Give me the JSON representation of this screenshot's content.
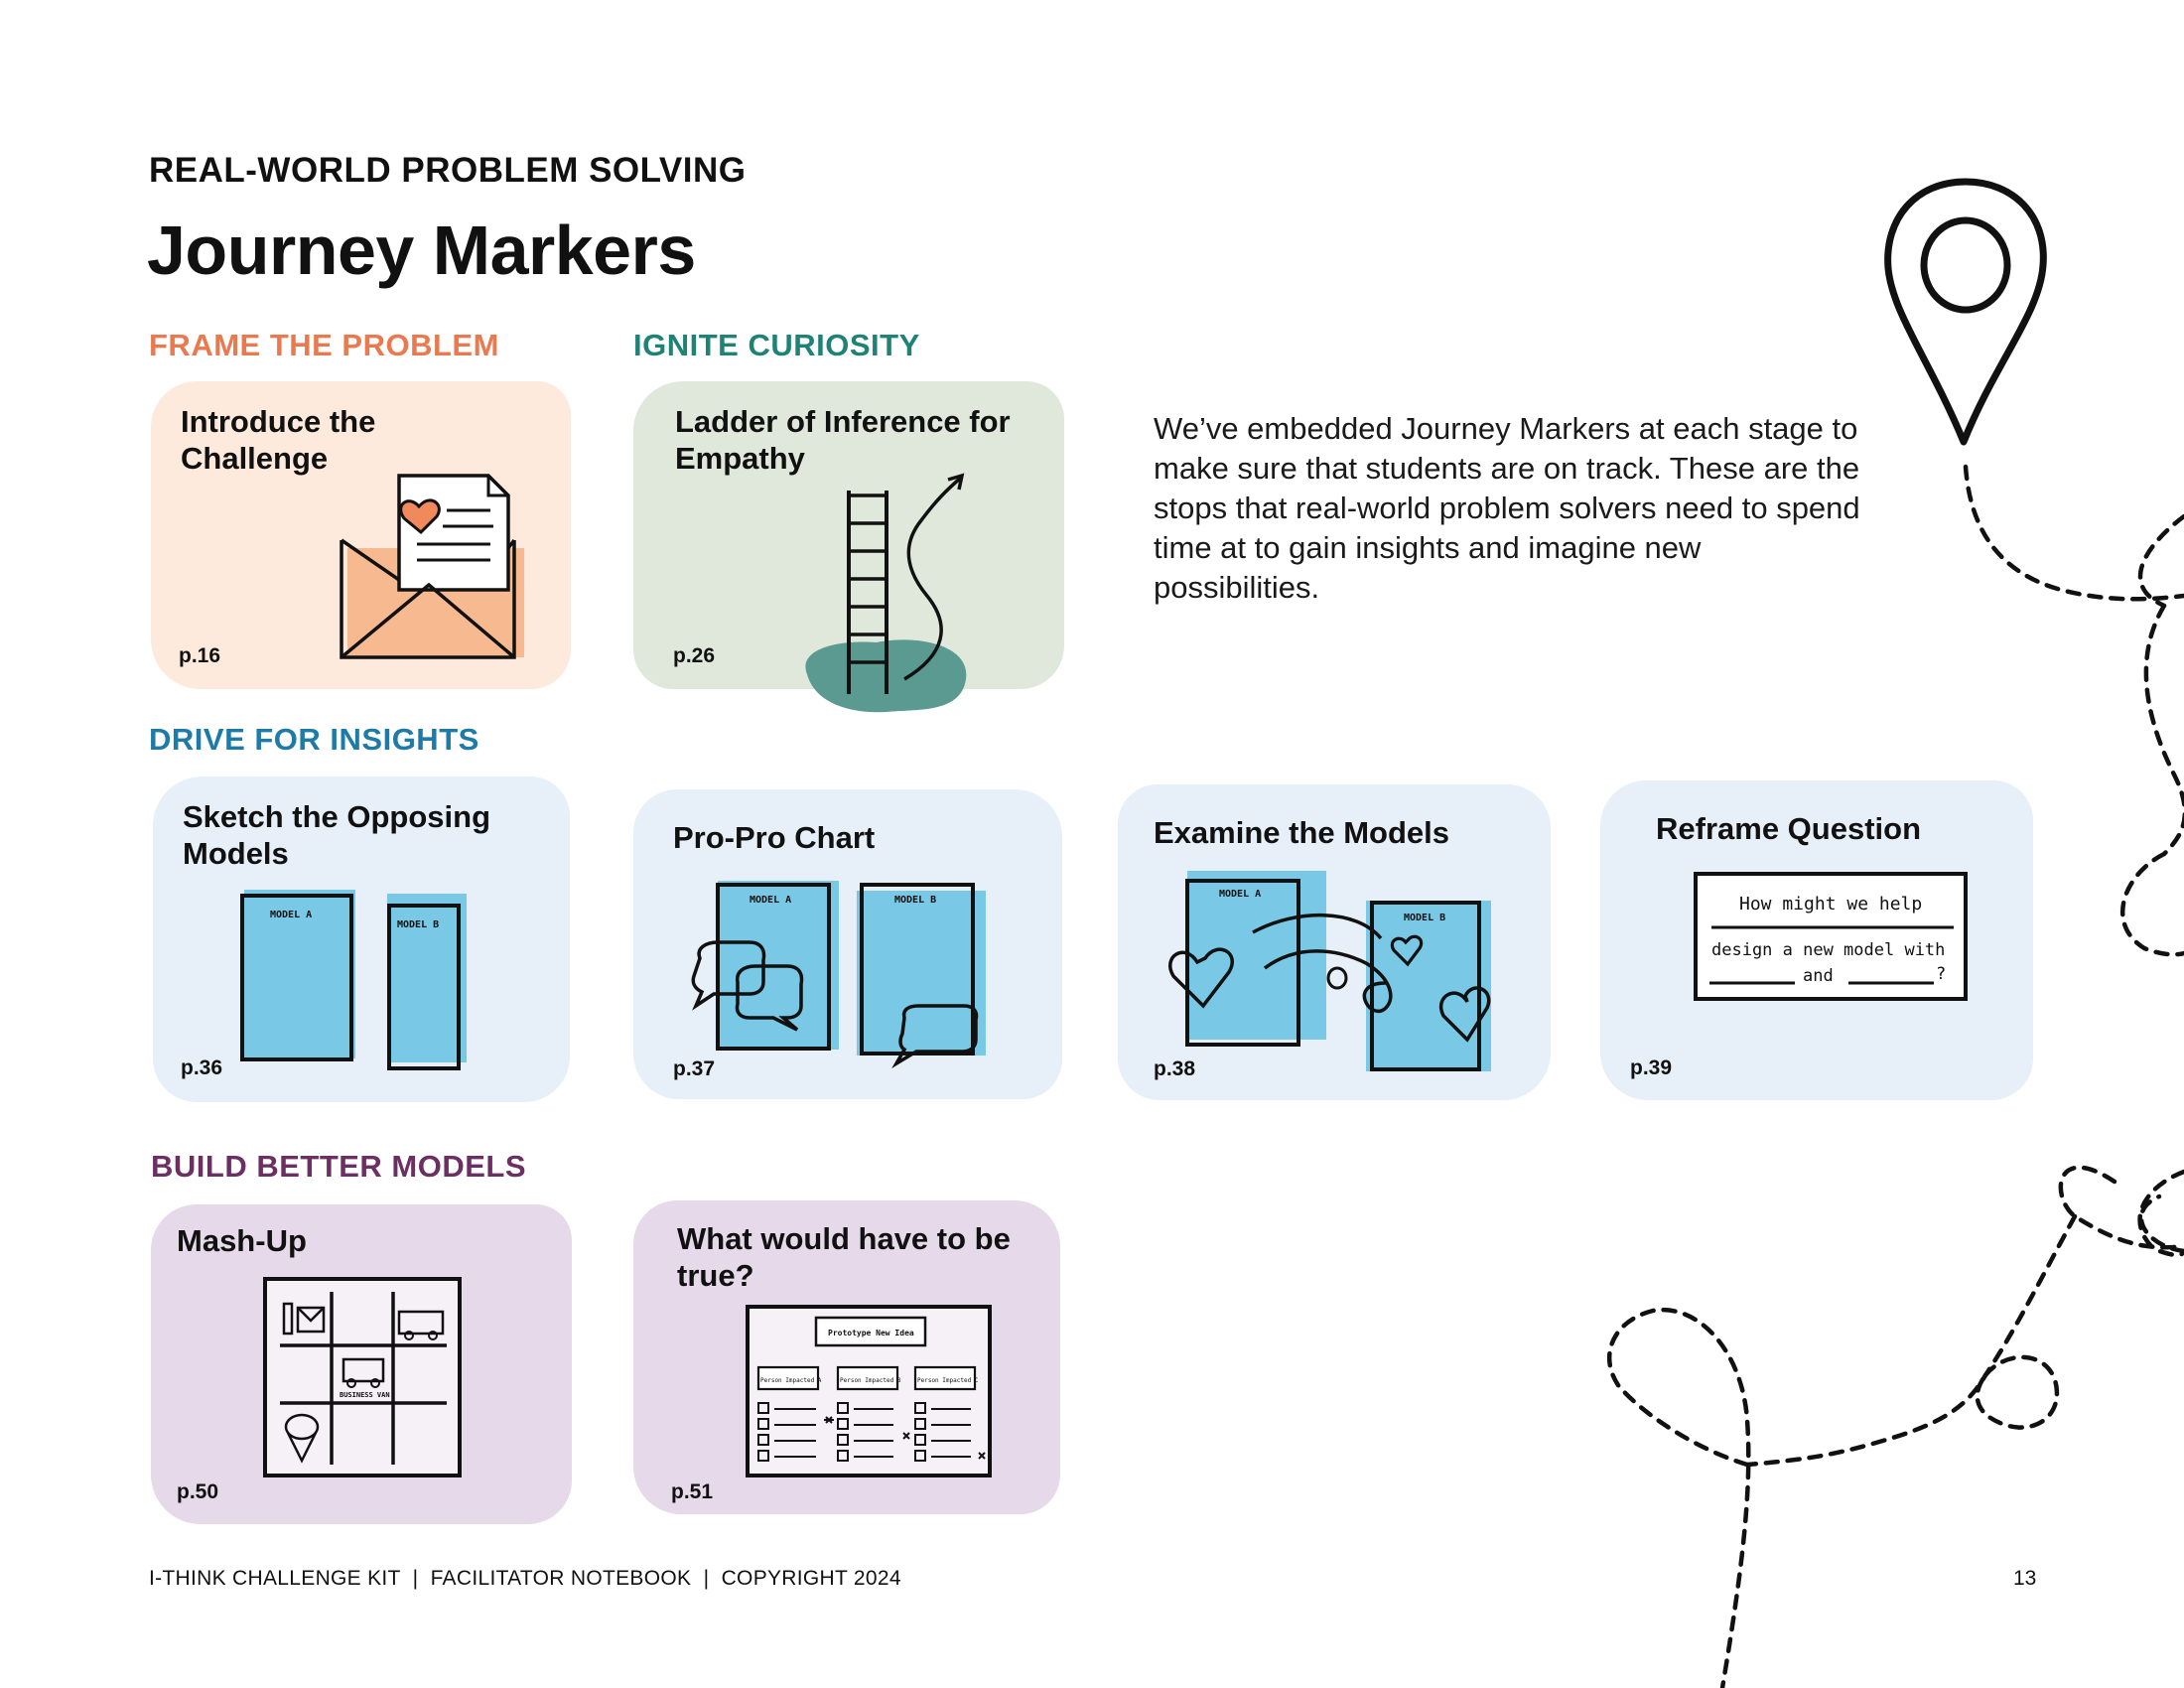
{
  "header": {
    "eyebrow": "REAL-WORLD PROBLEM SOLVING",
    "title": "Journey Markers"
  },
  "intro_text": "We’ve embedded Journey Markers at each stage to make sure that students are on track. These are the stops that real-world problem solvers need to spend time at to gain insights and imagine new possibilities.",
  "colors": {
    "frame": "#e97a4f",
    "ignite": "#1f8277",
    "drive": "#1e7aa6",
    "build": "#6b2f62",
    "peach_bg": "#fdeadd",
    "green_bg": "#dfe8da",
    "blue_bg": "#e7eff8",
    "purple_bg": "#e6d9ea",
    "model_blue": "#79c9e6",
    "teal_pool": "#5b9a90",
    "envelope": "#f7b98f"
  },
  "sections": {
    "frame": {
      "label": "FRAME THE PROBLEM",
      "cards": [
        {
          "title": "Introduce the Challenge",
          "page": "p.16",
          "icon": "envelope-heart-icon"
        }
      ]
    },
    "ignite": {
      "label": "IGNITE CURIOSITY",
      "cards": [
        {
          "title": "Ladder of Inference for Empathy",
          "page": "p.26",
          "icon": "ladder-icon"
        }
      ]
    },
    "drive": {
      "label": "DRIVE FOR INSIGHTS",
      "cards": [
        {
          "title": "Sketch the Opposing Models",
          "page": "p.36",
          "icon": "two-models-icon"
        },
        {
          "title": "Pro-Pro Chart",
          "page": "p.37",
          "icon": "models-speech-bubbles-icon"
        },
        {
          "title": "Examine the Models",
          "page": "p.38",
          "icon": "models-hearts-icon"
        },
        {
          "title": "Reframe Question",
          "page": "p.39",
          "icon": "question-frame-icon"
        }
      ]
    },
    "build": {
      "label": "BUILD BETTER MODELS",
      "cards": [
        {
          "title": "Mash-Up",
          "page": "p.50",
          "icon": "mashup-grid-icon"
        },
        {
          "title": "What would have to be true?",
          "page": "p.51",
          "icon": "prototype-board-icon"
        }
      ]
    }
  },
  "illustration_text": {
    "model_a": "MODEL A",
    "model_b": "MODEL B",
    "reframe_line1": "How might we help",
    "reframe_line2": "design a new model with",
    "reframe_and": "and",
    "reframe_q": "?",
    "business_van": "BUSINESS VAN",
    "prototype": "Prototype New Idea",
    "person_a": "Person Impacted A",
    "person_b": "Person Impacted B",
    "person_c": "Person Impacted C"
  },
  "footer": {
    "left": "I-THINK CHALLENGE KIT  |  FACILITATOR NOTEBOOK  |  COPYRIGHT 2024",
    "page_number": "13"
  }
}
